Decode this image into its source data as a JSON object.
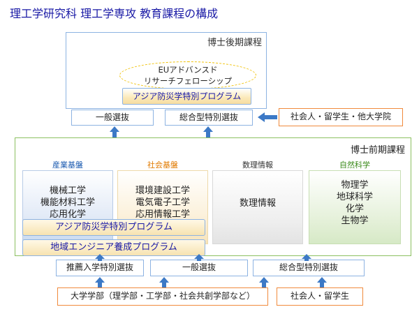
{
  "title": "理工学研究科 理工学専攻 教育課程の構成",
  "doctoral": {
    "label": "博士後期課程",
    "eu_line1": "EUアドバンスド",
    "eu_line2": "リサーチフェローシップ",
    "disaster_program": "アジア防災学特別プログラム",
    "admission_general": "一般選抜",
    "admission_comprehensive": "総合型特別選抜",
    "external": "社会人・留学生・他大学院"
  },
  "masters": {
    "label": "博士前期課程",
    "col1_head": "産業基盤",
    "col1_items": [
      "機械工学",
      "機能材料工学",
      "応用化学"
    ],
    "col2_head": "社会基盤",
    "col2_items": [
      "環境建設工学",
      "電気電子工学",
      "応用情報工学"
    ],
    "col3_head": "数理情報",
    "col3_items": [
      "数理情報"
    ],
    "col4_head": "自然科学",
    "col4_items": [
      "物理学",
      "地球科学",
      "化学",
      "生物学"
    ],
    "band1": "アジア防災学特別プログラム",
    "band2": "地域エンジニア養成プログラム"
  },
  "admission": {
    "recommendation": "推薦入学特別選抜",
    "general": "一般選抜",
    "comprehensive": "総合型特別選抜"
  },
  "sources": {
    "university": "大学学部（理学部・工学部・社会共創学部など）",
    "adult": "社会人・留学生"
  },
  "colors": {
    "title": "#1a1aa6",
    "blue_border": "#8db3e2",
    "orange_border": "#f08a3c",
    "green_border": "#8cc060",
    "arrow": "#3c79c6",
    "col1_head": "#1a5ab0",
    "col2_head": "#e07a00",
    "col3_head": "#333333",
    "col4_head": "#3a8a1a"
  }
}
